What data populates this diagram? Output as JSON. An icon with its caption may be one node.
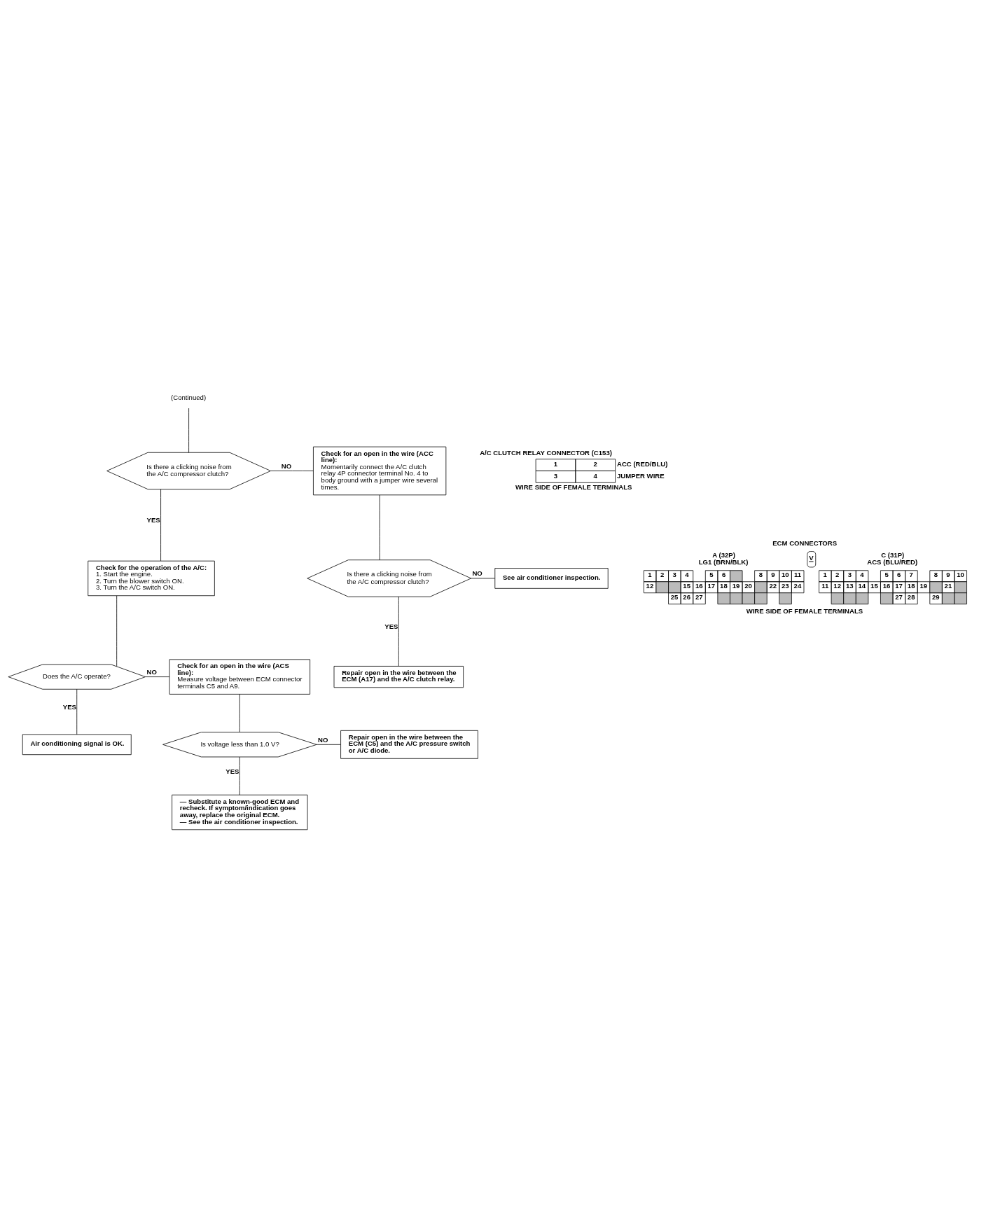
{
  "diagram": {
    "nodes": [
      {
        "text": [
          "(Continued)"
        ]
      },
      {
        "text": [
          "Is there a clicking noise from the A/C compressor clutch?"
        ]
      },
      {
        "text": [
          "Check for an open in the wire (ACC line):",
          "Momentarily connect the A/C clutch relay 4P connector terminal No. 4 to body ground with a jumper wire several times."
        ]
      },
      {
        "text": [
          "Is there a clicking noise from the A/C compressor clutch?"
        ]
      },
      {
        "text": [
          "See air conditioner inspection."
        ]
      },
      {
        "text": [
          "Repair open in the wire between the ECM (A17) and the A/C clutch relay."
        ]
      },
      {
        "text": [
          "Check for the operation of the A/C:",
          "1. Start the engine.",
          "2. Turn the blower switch ON.",
          "3. Turn the A/C switch ON."
        ]
      },
      {
        "text": [
          "Does the A/C operate?"
        ]
      },
      {
        "text": [
          "Check for an open in the wire (ACS line):",
          "Measure voltage between ECM connector terminals C5 and A9."
        ]
      },
      {
        "text": [
          "Air conditioning signal is OK."
        ]
      },
      {
        "text": [
          "Is voltage less than 1.0 V?"
        ]
      },
      {
        "text": [
          "Repair open in the wire between the ECM (C5) and the A/C pressure switch or A/C diode."
        ]
      },
      {
        "text": [
          "— Substitute a known-good ECM and recheck. If symptom/indication goes away, replace the original ECM.",
          "— See the air conditioner inspection."
        ]
      }
    ],
    "edges": [
      {
        "from": 0,
        "to": 1,
        "arrow": "none"
      },
      {
        "from": 1,
        "to": 2,
        "arrow": "none",
        "label": "NO"
      },
      {
        "from": 1,
        "to": 6,
        "arrow": "none",
        "label": "YES"
      },
      {
        "from": 2,
        "to": 3,
        "arrow": "none"
      },
      {
        "from": 3,
        "to": 4,
        "arrow": "none",
        "label": "NO"
      },
      {
        "from": 3,
        "to": 5,
        "arrow": "none",
        "label": "YES"
      },
      {
        "from": 6,
        "to": 7,
        "arrow": "none"
      },
      {
        "from": 7,
        "to": 8,
        "arrow": "none",
        "label": "NO"
      },
      {
        "from": 7,
        "to": 9,
        "arrow": "none",
        "label": "YES"
      },
      {
        "from": 8,
        "to": 10,
        "arrow": "none"
      },
      {
        "from": 10,
        "to": 11,
        "arrow": "none",
        "label": "NO"
      },
      {
        "from": 10,
        "to": 12,
        "arrow": "none",
        "label": "YES"
      }
    ],
    "labels": [
      "A/C CLUTCH RELAY CONNECTOR (C153)",
      "1",
      "2",
      "ACC (RED/BLU)",
      "3",
      "4",
      "JUMPER WIRE",
      "WIRE SIDE OF FEMALE TERMINALS",
      "ECM CONNECTORS",
      "A (32P)",
      "LG1 (BRN/BLK)",
      "V",
      "C (31P)",
      "ACS (BLU/RED)",
      "1",
      "2",
      "3",
      "4",
      "5",
      "6",
      "8",
      "9",
      "10",
      "11",
      "12",
      "15",
      "16",
      "17",
      "18",
      "19",
      "20",
      "22",
      "23",
      "24",
      "25",
      "26",
      "27",
      "1",
      "2",
      "3",
      "4",
      "5",
      "6",
      "7",
      "8",
      "9",
      "10",
      "11",
      "12",
      "13",
      "14",
      "15",
      "16",
      "17",
      "18",
      "19",
      "21",
      "27",
      "28",
      "29",
      "WIRE SIDE OF FEMALE TERMINALS"
    ]
  }
}
